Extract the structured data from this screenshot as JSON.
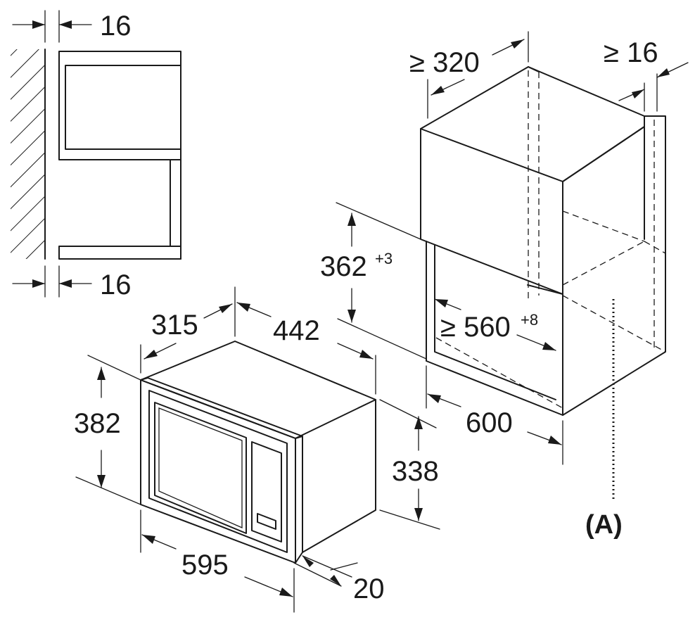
{
  "labels": {
    "side_top_gap": "16",
    "side_bottom_gap": "16",
    "cab_depth_prefix": "≥ 320",
    "cab_side_prefix": "≥ 16",
    "niche_height": "362",
    "niche_height_tol": "+3",
    "niche_depth_prefix": "≥ 560",
    "niche_depth_tol": "+8",
    "cab_width": "600",
    "oven_depth": "315",
    "oven_width_body": "442",
    "oven_height_front": "382",
    "oven_height_body": "338",
    "oven_width_front": "595",
    "front_thickness": "20",
    "marker": "(A)"
  }
}
